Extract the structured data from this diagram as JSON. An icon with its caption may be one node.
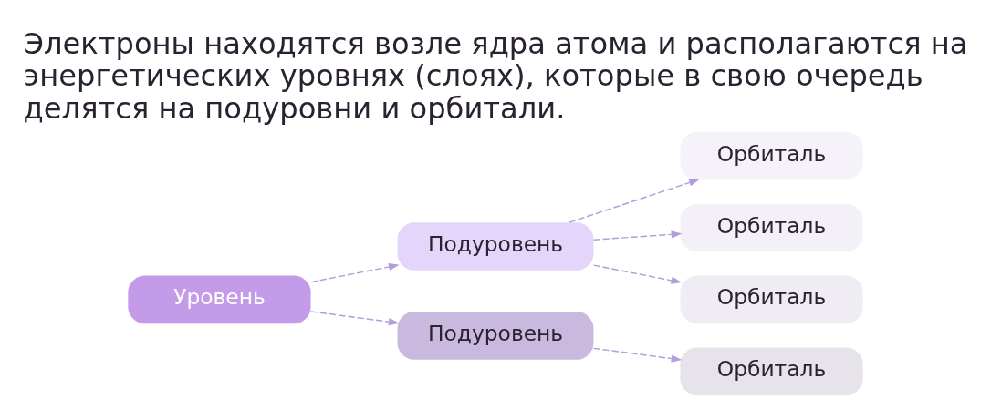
{
  "diagram": {
    "title": "Электроны находятся возле ядра атома и располагаются на энергетических уровнях (слоях), которые в свою очередь делятся на подуровни и орбитали.",
    "nodes": [
      {
        "text": [
          "Уровень"
        ]
      },
      {
        "text": [
          "Подуровень"
        ]
      },
      {
        "text": [
          "Подуровень"
        ]
      },
      {
        "text": [
          "Орбиталь"
        ]
      },
      {
        "text": [
          "Орбиталь"
        ]
      },
      {
        "text": [
          "Орбиталь"
        ]
      },
      {
        "text": [
          "Орбиталь"
        ]
      }
    ],
    "edges": [
      {
        "from": 0,
        "to": 1,
        "arrow": "to",
        "style": "dashed"
      },
      {
        "from": 0,
        "to": 2,
        "arrow": "to",
        "style": "dashed"
      },
      {
        "from": 1,
        "to": 3,
        "arrow": "to",
        "style": "dashed"
      },
      {
        "from": 1,
        "to": 4,
        "arrow": "to",
        "style": "dashed"
      },
      {
        "from": 1,
        "to": 5,
        "arrow": "to",
        "style": "dashed"
      },
      {
        "from": 2,
        "to": 6,
        "arrow": "to",
        "style": "dashed"
      }
    ]
  }
}
